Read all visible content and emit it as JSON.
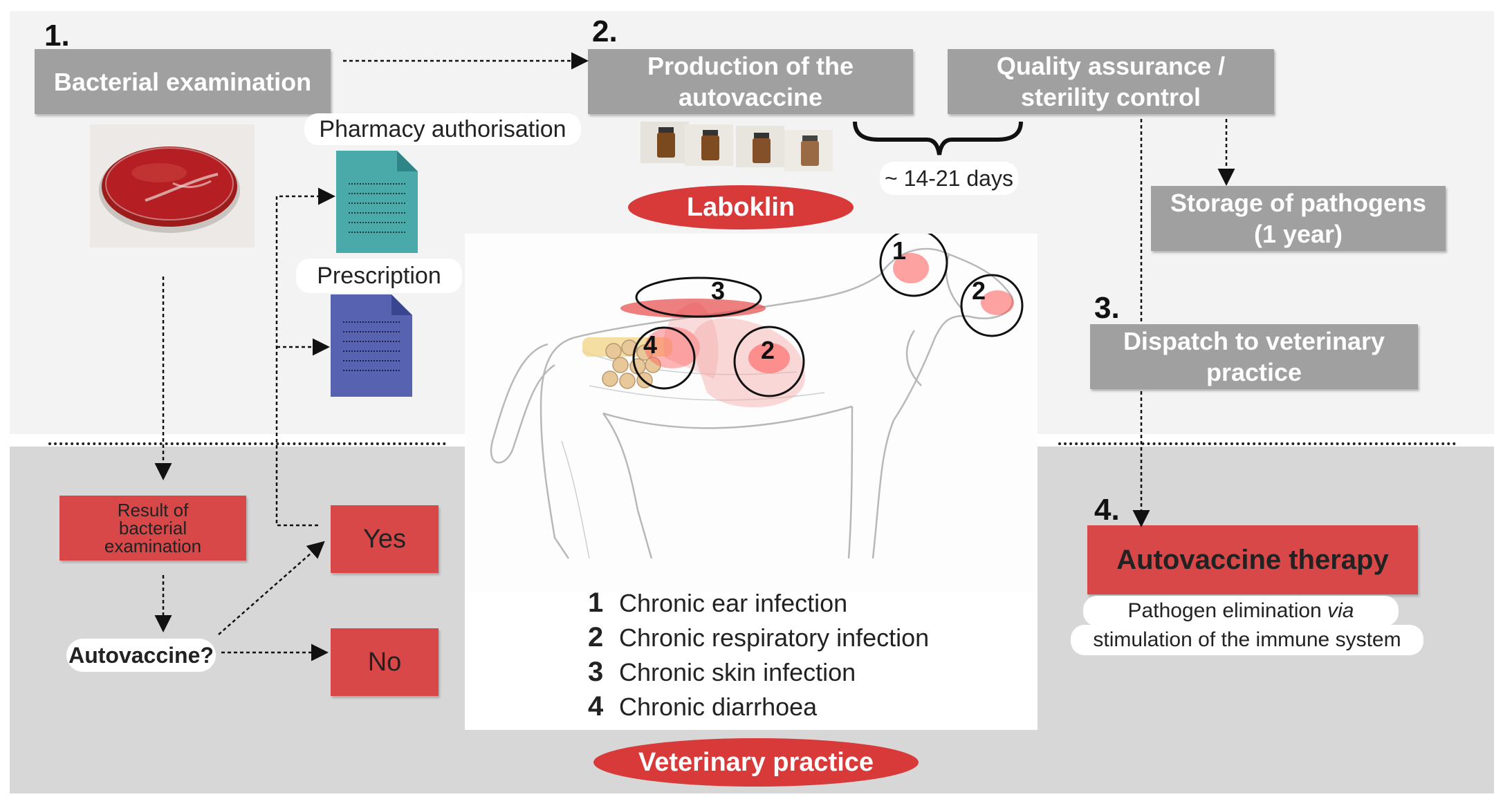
{
  "steps": {
    "s1": "1.",
    "s2": "2.",
    "s3": "3.",
    "s4": "4."
  },
  "boxes": {
    "bacterial_examination": "Bacterial examination",
    "production": "Production of the autovaccine",
    "quality": "Quality assurance / sterility control",
    "storage": "Storage of pathogens (1 year)",
    "dispatch": "Dispatch to veterinary practice",
    "result": "Result of bacterial examination",
    "yes": "Yes",
    "no": "No",
    "therapy": "Autovaccine therapy"
  },
  "labels": {
    "pharmacy": "Pharmacy authorisation",
    "prescription": "Prescription",
    "days": "~ 14-21 days",
    "autovaccine_q": "Autovaccine?",
    "elimination_a": "Pathogen elimination ",
    "elimination_via": "via",
    "elimination_b": "stimulation of the immune system"
  },
  "ovals": {
    "laboklin": "Laboklin",
    "vet": "Veterinary practice"
  },
  "figure_markers": [
    "1",
    "2",
    "3",
    "4",
    "2"
  ],
  "legend": [
    {
      "num": "1",
      "text": "Chronic ear infection"
    },
    {
      "num": "2",
      "text": "Chronic respiratory infection"
    },
    {
      "num": "3",
      "text": "Chronic skin infection"
    },
    {
      "num": "4",
      "text": "Chronic diarrhoea"
    }
  ],
  "colors": {
    "grey_box": "#a0a0a0",
    "red_box": "#d94849",
    "oval_red": "#d83a3a",
    "doc_teal": "#4aa9a9",
    "doc_blue": "#5763b0"
  }
}
